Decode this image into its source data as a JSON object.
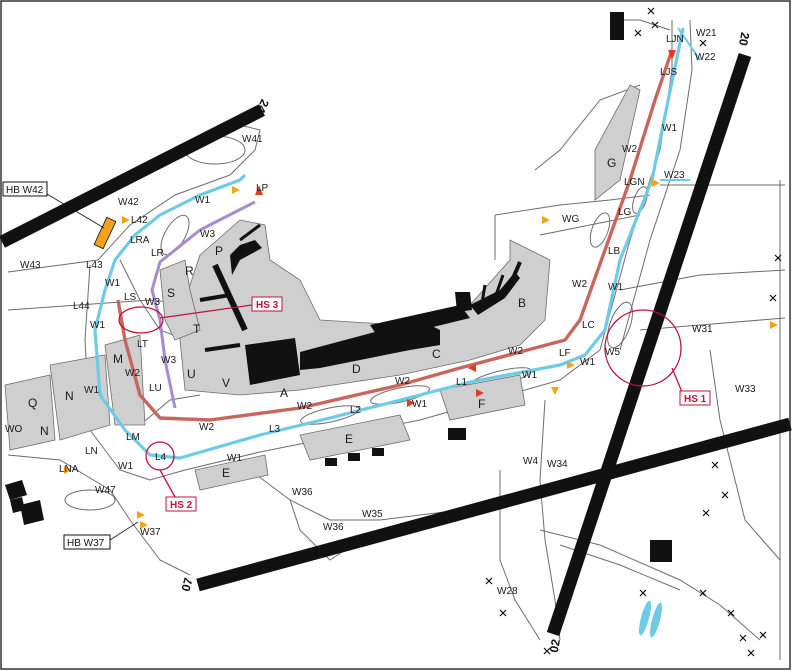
{
  "colors": {
    "runway": "#111111",
    "taxi_edge": "#6d6d6d",
    "apron": "#cfcfcf",
    "building": "#111111",
    "route_blue": "#6ecbe8",
    "route_red": "#c8665e",
    "route_purple": "#a58bd0",
    "arrow_orange": "#f3a21d",
    "arrow_red": "#e23b22",
    "hotspot": "#c0123c",
    "border": "#333333"
  },
  "runways": [
    {
      "id": "rwy-24-06",
      "label": "24"
    },
    {
      "id": "rwy-20-02",
      "label_top": "20",
      "label_bottom": "02"
    },
    {
      "id": "rwy-07-25",
      "label": "07"
    }
  ],
  "hotspots": [
    {
      "label": "HS 1"
    },
    {
      "label": "HS 2"
    },
    {
      "label": "HS 3"
    }
  ],
  "hold_boxes": [
    {
      "label": "HB W42"
    },
    {
      "label": "HB W37"
    }
  ],
  "apron_labels": {
    "A": "A",
    "B": "B",
    "C": "C",
    "D": "D",
    "E1": "E",
    "E2": "E",
    "F": "F",
    "G": "G",
    "M": "M",
    "N1": "N",
    "N2": "N",
    "P": "P",
    "Q": "Q",
    "R": "R",
    "S": "S",
    "T": "T",
    "U": "U",
    "V": "V"
  },
  "taxi_labels": {
    "W21": "W21",
    "W22": "W22",
    "LJN": "LJN",
    "LJS": "LJS",
    "W1_ne": "W1",
    "W2_ne": "W2",
    "LGN": "LGN",
    "W23": "W23",
    "LG": "LG",
    "WG": "WG",
    "LB": "LB",
    "W1_e": "W1",
    "W2_e": "W2",
    "LC": "LC",
    "LF": "LF",
    "W5": "W5",
    "W1_f": "W1",
    "W31": "W31",
    "W33": "W33",
    "W41": "W41",
    "LP": "LP",
    "W1_n": "W1",
    "W42": "W42",
    "L42": "L42",
    "LRA": "LRA",
    "LR": "LR",
    "W3_n": "W3",
    "W43": "W43",
    "L43": "L43",
    "W1_nw": "W1",
    "L44": "L44",
    "LS": "LS",
    "W3_w": "W3",
    "W1_w": "W1",
    "LT": "LT",
    "W3_s": "W3",
    "W2_w": "W2",
    "LU": "LU",
    "W1_sw": "W1",
    "LM": "LM",
    "W2_s": "W2",
    "WO": "WO",
    "LN": "LN",
    "LNA": "LNA",
    "W1_s": "W1",
    "L4": "L4",
    "W47": "W47",
    "W37": "W37",
    "W1_se": "W1",
    "L3": "L3",
    "W2_se": "W2",
    "L2": "L2",
    "W2_c": "W2",
    "W1_c": "W1",
    "L1": "L1",
    "W1_cc": "W1",
    "W36_a": "W36",
    "W36_b": "W36",
    "W35": "W35",
    "W4": "W4",
    "W34": "W34",
    "W28": "W28"
  }
}
